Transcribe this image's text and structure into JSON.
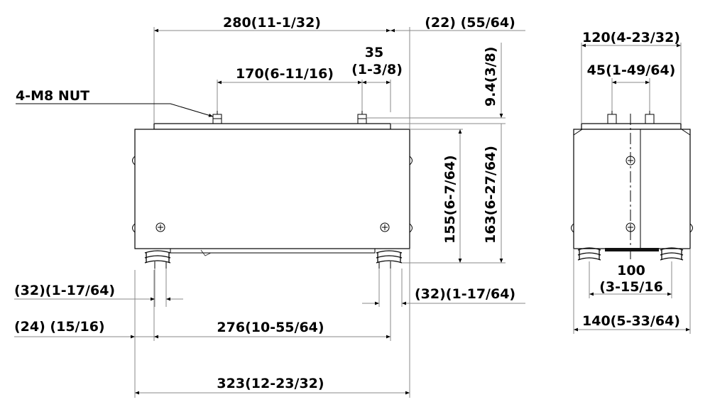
{
  "colors": {
    "line": "#000000",
    "dimension_line": "#888888",
    "background": "#ffffff"
  },
  "front_view": {
    "nut_label": "4-M8 NUT",
    "width_top": "280(11-1/32)",
    "offset_top": "(22) (55/64)",
    "bolt_pitch": "170(6-11/16)",
    "bolt_offset_value": "35",
    "bolt_offset_inch": "(1-3/8)",
    "plate_thickness": "9.4(3/8)",
    "body_height": "155(6-7/64)",
    "total_height": "163(6-27/64)",
    "left_foot": "(32)(1-17/64)",
    "right_foot": "(32)(1-17/64)",
    "foot_offset": "(24) (15/16)",
    "foot_pitch": "276(10-55/64)",
    "overall_width": "323(12-23/32)"
  },
  "side_view": {
    "plate_width": "120(4-23/32)",
    "bolt_pitch": "45(1-49/64)",
    "foot_pitch_value": "100",
    "foot_pitch_inch": "(3-15/16",
    "overall_width": "140(5-33/64)"
  }
}
